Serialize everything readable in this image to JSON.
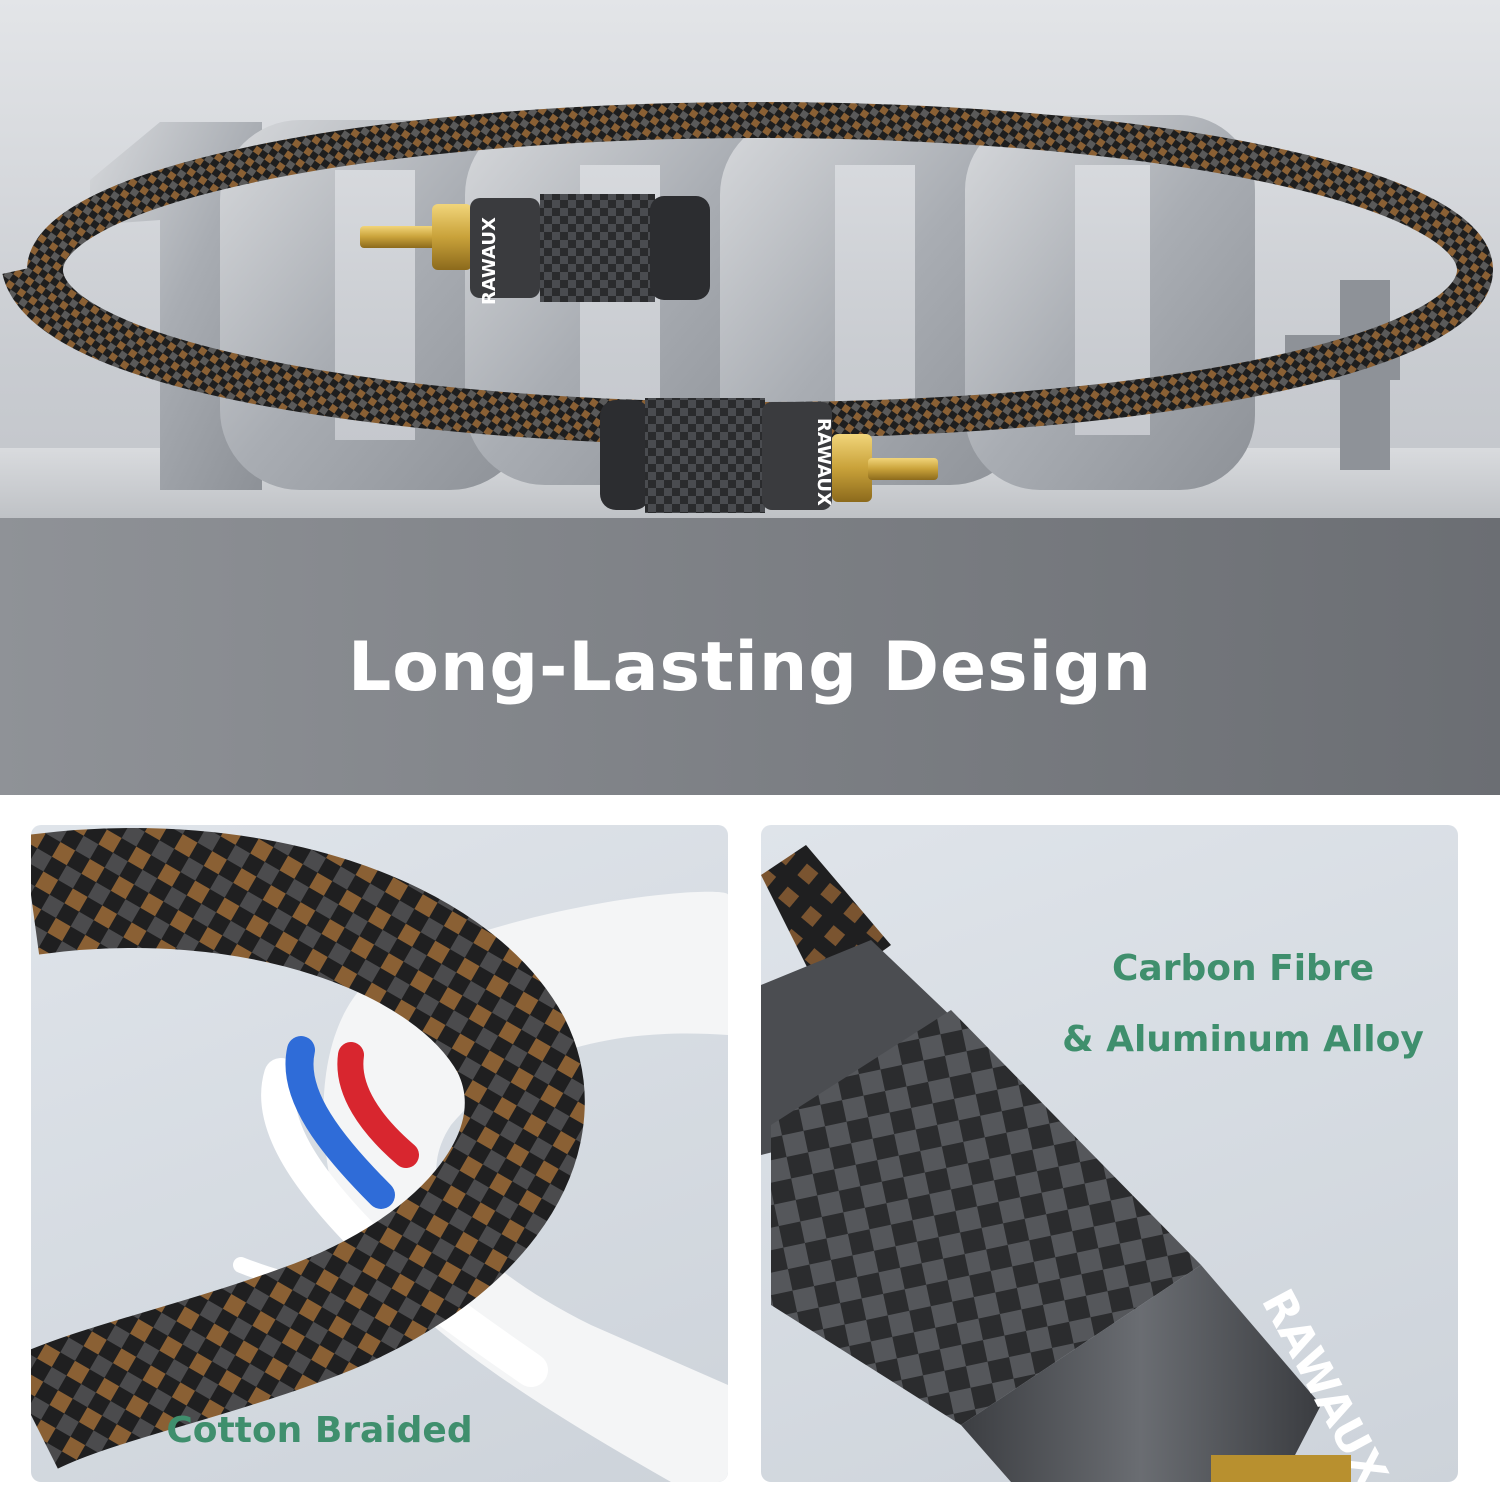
{
  "hero": {
    "big_number": "10000+",
    "title": "Long-Lasting Design",
    "brand": "RAWAUX"
  },
  "panels": [
    {
      "caption": "Cotton Braided"
    },
    {
      "caption_line1": "Carbon Fibre",
      "caption_line2": "& Aluminum Alloy",
      "brand": "RAWAUX"
    }
  ],
  "colors": {
    "caption_green": "#3f8f6d",
    "braid_brown": "#8a6034",
    "braid_black": "#1e1e1e",
    "gold": "#c9a23a"
  }
}
